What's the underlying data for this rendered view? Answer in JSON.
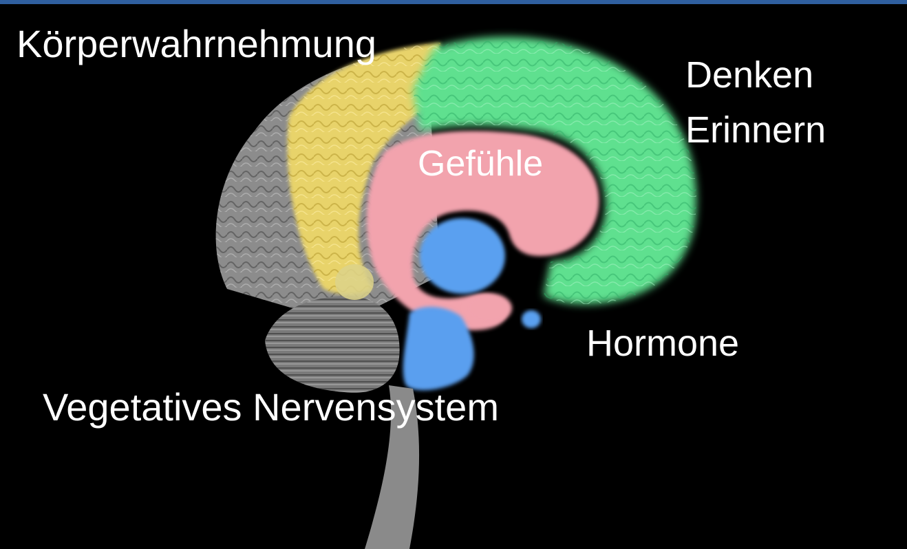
{
  "labels": {
    "koerperwahrnehmung": "Körperwahrnehmung",
    "denken": "Denken",
    "erinnern": "Erinnern",
    "gefuehle": "Gefühle",
    "hormone": "Hormone",
    "vegetatives_nervensystem": "Vegetatives Nervensystem"
  },
  "colors": {
    "background": "#000000",
    "top_bar": "#2f5f9f",
    "label_text": "#ffffff",
    "region_yellow": "#e8d36a",
    "region_green": "#5ee08f",
    "region_pink": "#f2a3ad",
    "region_blue": "#5aa0f0",
    "brain_grey": "#8c8c8c"
  }
}
